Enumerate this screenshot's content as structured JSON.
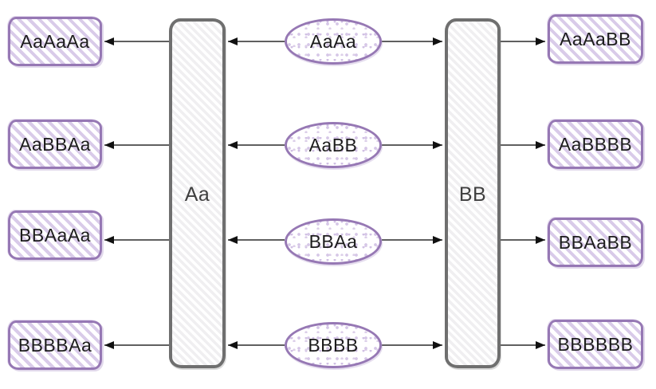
{
  "colors": {
    "background": "#ffffff",
    "purple_border": "#9678b4",
    "purple_fill_stripe": "#d9cbe9",
    "gray_border": "#6f6f6f",
    "gray_fill_stripe": "#f0eff1",
    "arrow": "#2b2b2b",
    "node_text": "#1c1c1c",
    "crosser_text": "#3f3f3f"
  },
  "crossers": [
    {
      "label": "Aa"
    },
    {
      "label": "BB"
    }
  ],
  "rows": [
    {
      "center": "AaAa",
      "left": "AaAaAa",
      "right": "AaAaBB"
    },
    {
      "center": "AaBB",
      "left": "AaBBAa",
      "right": "AaBBBB"
    },
    {
      "center": "BBAa",
      "left": "BBAaAa",
      "right": "BBAaBB"
    },
    {
      "center": "BBBB",
      "left": "BBBBAa",
      "right": "BBBBBB"
    }
  ]
}
